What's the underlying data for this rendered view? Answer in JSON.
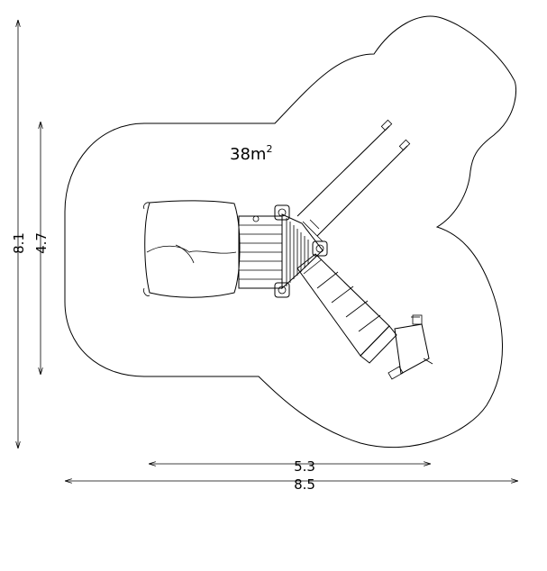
{
  "diagram": {
    "area_label": "38m",
    "area_superscript": "2",
    "dimensions": {
      "total_height": "8.1",
      "inner_height": "4.7",
      "inner_width": "5.3",
      "total_width": "8.5"
    },
    "colors": {
      "stroke": "#000000",
      "background": "#ffffff"
    }
  }
}
